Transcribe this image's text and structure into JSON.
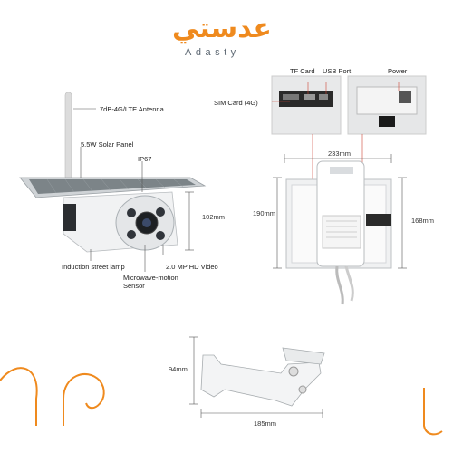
{
  "brand": {
    "logo_arabic": "عدستي",
    "logo_latin": "Adasty",
    "accent": "#ef8a1e"
  },
  "labels": {
    "antenna": "7dB-4G/LTE Antenna",
    "solar_panel": "5.5W Solar Panel",
    "ip_rating": "IP67",
    "induction_lamp": "Induction street lamp",
    "video": "2.0 MP HD Video",
    "motion_sensor_l1": "Microwave-motion",
    "motion_sensor_l2": "Sensor",
    "tf_card": "TF Card",
    "usb_port": "USB Port",
    "power": "Power",
    "sim_card": "SIM Card (4G)"
  },
  "dimensions": {
    "camera_height": "102mm",
    "panel_width": "233mm",
    "panel_height_left": "190mm",
    "panel_height_right": "168mm",
    "bracket_height": "94mm",
    "bracket_length": "185mm"
  }
}
